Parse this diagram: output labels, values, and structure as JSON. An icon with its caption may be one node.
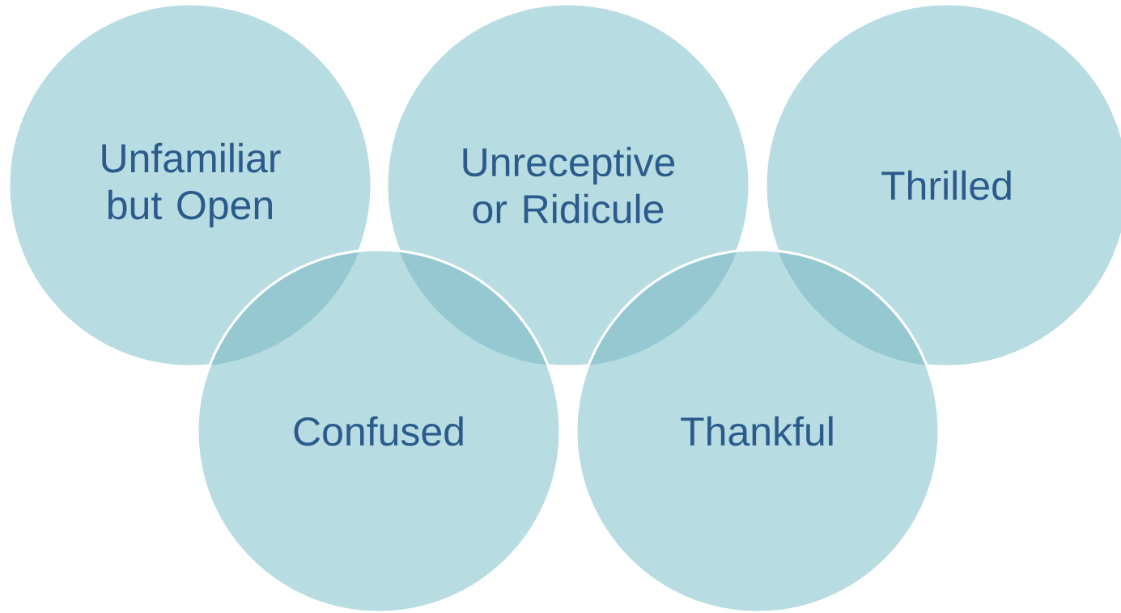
{
  "diagram": {
    "nodes": [
      {
        "text": [
          "Unfamiliar but Open"
        ]
      },
      {
        "text": [
          "Unreceptive or Ridicule"
        ]
      },
      {
        "text": [
          "Thrilled"
        ]
      },
      {
        "text": [
          "Confused"
        ]
      },
      {
        "text": [
          "Thankful"
        ]
      }
    ]
  }
}
